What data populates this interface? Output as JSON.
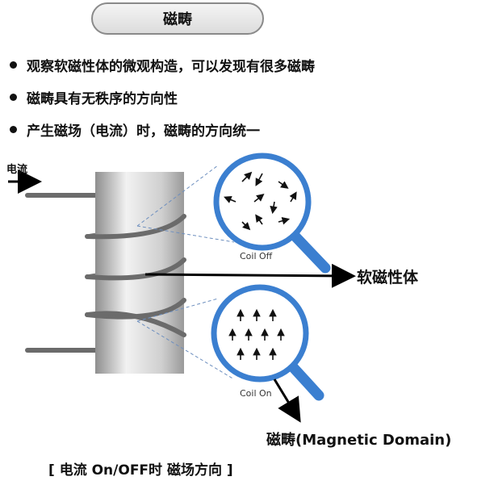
{
  "title": "磁畴",
  "bullets": [
    "观察软磁性体的微观构造，可以发现有很多磁畴",
    "磁畴具有无秩序的方向性",
    "产生磁场（电流）时，磁畴的方向统一"
  ],
  "labels": {
    "current": "电流",
    "soft_magnetic": "软磁性体",
    "coil_off": "Coil Off",
    "coil_on": "Coil On",
    "magnetic_domain": "磁畴(Magnetic Domain)",
    "caption": "[ 电流 On/OFF时 磁场方向 ]"
  },
  "colors": {
    "magnifier_ring": "#3b7fd0",
    "coil": "#6b6b6b",
    "cylinder_light": "#f0f0f0",
    "cylinder_dark": "#9a9a9a"
  },
  "icons": [
    "magnifier-icon",
    "arrow-icon"
  ]
}
